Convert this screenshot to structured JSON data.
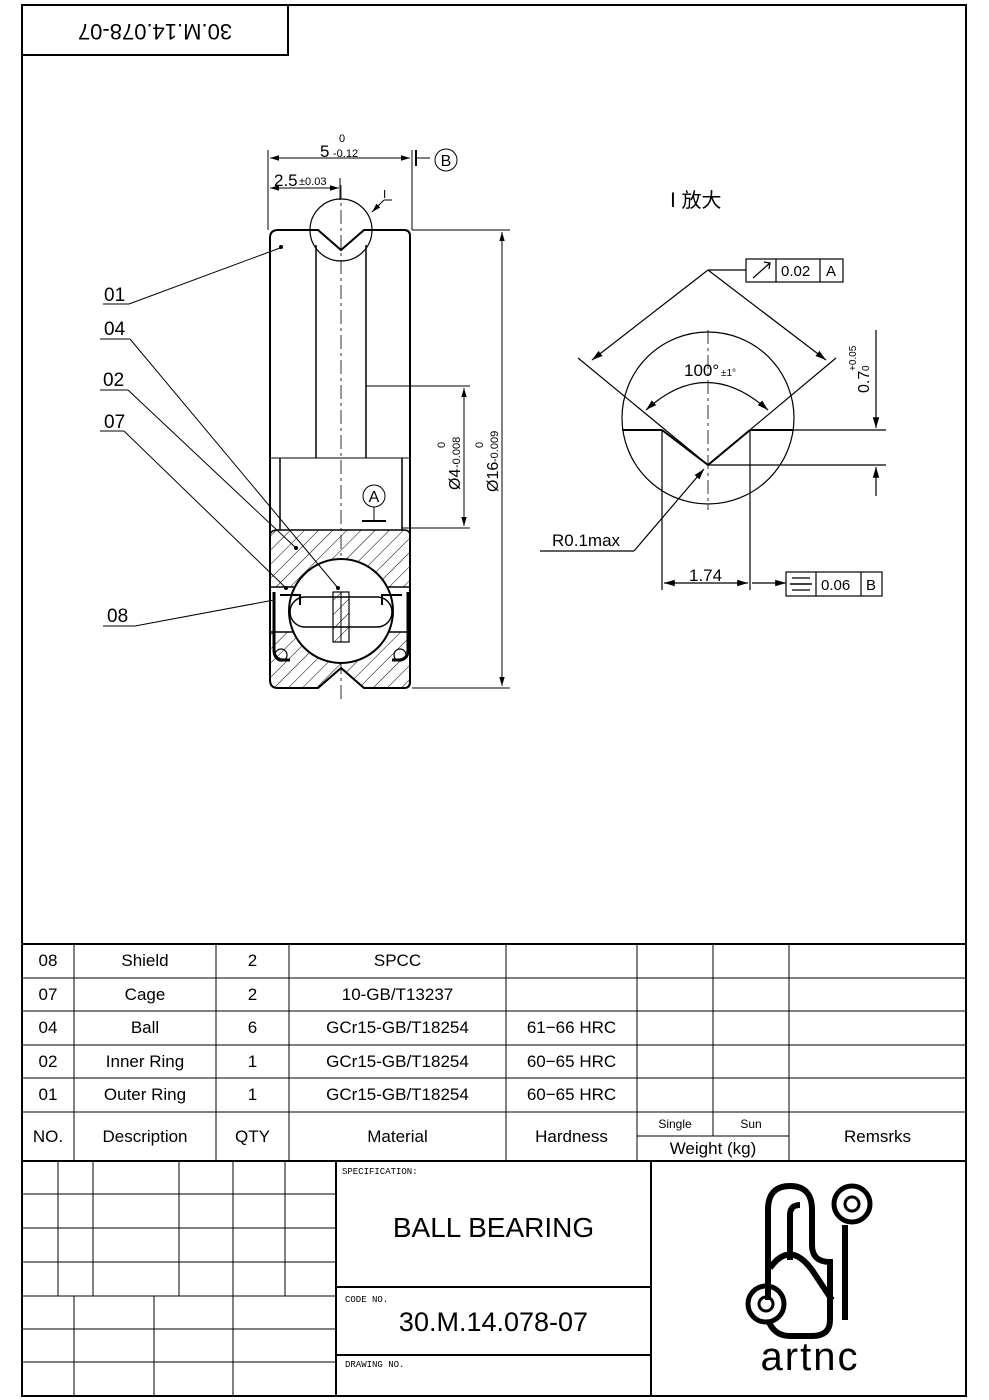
{
  "drawing_number_corner": "30.M.14.078-07",
  "view_label": "Ⅰ 放大",
  "detail_marker": "Ⅰ",
  "dimensions": {
    "width_nominal": "5",
    "width_tol_upper": "0",
    "width_tol_lower": "-0.12",
    "half_width": "2.5",
    "half_width_tol": "±0.03",
    "bore": "Ø4",
    "bore_tol_upper": "0",
    "bore_tol_lower": "-0.008",
    "outer": "Ø16",
    "outer_tol_upper": "0",
    "outer_tol_lower": "-0.009",
    "angle": "100°",
    "angle_tol": "±1°",
    "groove_depth": "0.7",
    "groove_tol_upper": "+0.05",
    "groove_tol_lower": "0",
    "groove_width": "1.74",
    "radius": "R0.1max"
  },
  "gdt": {
    "runout_value": "0.02",
    "runout_datum": "A",
    "symmetry_value": "0.06",
    "symmetry_datum": "B"
  },
  "datums": {
    "a": "A",
    "b": "B"
  },
  "callouts": [
    "01",
    "04",
    "02",
    "07",
    "08"
  ],
  "bom": {
    "rows": [
      {
        "no": "08",
        "desc": "Shield",
        "qty": "2",
        "material": "SPCC",
        "hardness": ""
      },
      {
        "no": "07",
        "desc": "Cage",
        "qty": "2",
        "material": "10-GB/T13237",
        "hardness": ""
      },
      {
        "no": "04",
        "desc": "Ball",
        "qty": "6",
        "material": "GCr15-GB/T18254",
        "hardness": "61−66  HRC"
      },
      {
        "no": "02",
        "desc": "Inner Ring",
        "qty": "1",
        "material": "GCr15-GB/T18254",
        "hardness": "60−65  HRC"
      },
      {
        "no": "01",
        "desc": "Outer Ring",
        "qty": "1",
        "material": "GCr15-GB/T18254",
        "hardness": "60−65  HRC"
      }
    ],
    "headers": {
      "no": "NO.",
      "desc": "Description",
      "qty": "QTY",
      "material": "Material",
      "hardness": "Hardness",
      "single": "Single",
      "sum": "Sun",
      "weight": "Weight (kg)",
      "remarks": "Remsrks"
    }
  },
  "title_block": {
    "spec_label": "SPECIFICATION:",
    "title": "BALL BEARING",
    "code_label": "CODE NO.",
    "code": "30.M.14.078-07",
    "drawing_label": "DRAWING NO.",
    "logo_text": "artnc"
  }
}
